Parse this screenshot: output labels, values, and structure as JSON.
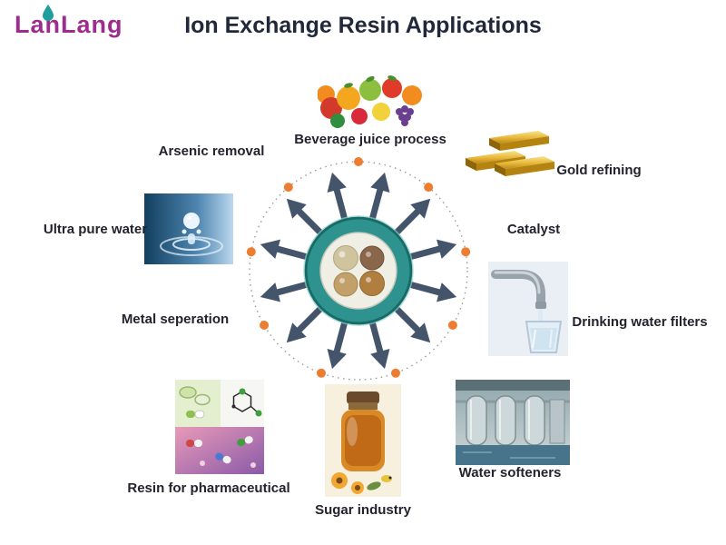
{
  "page": {
    "title": "Ion Exchange Resin Applications"
  },
  "logo": {
    "text": "LanLang"
  },
  "hub": {
    "description": "ion exchange resin beads in filter housing",
    "dot_color": "#ed7d31",
    "arrow_color": "#44546a",
    "ring_color": "#2e938e"
  },
  "applications": [
    {
      "id": "beverage",
      "label": "Beverage juice process"
    },
    {
      "id": "gold",
      "label": "Gold refining"
    },
    {
      "id": "catalyst",
      "label": "Catalyst"
    },
    {
      "id": "drinking",
      "label": "Drinking water filters"
    },
    {
      "id": "softener",
      "label": "Water softeners"
    },
    {
      "id": "sugar",
      "label": "Sugar industry"
    },
    {
      "id": "pharma",
      "label": "Resin for pharmaceutical"
    },
    {
      "id": "metal",
      "label": "Metal seperation"
    },
    {
      "id": "ultrapure",
      "label": "Ultra pure water"
    },
    {
      "id": "arsenic",
      "label": "Arsenic removal"
    }
  ],
  "colors": {
    "title": "#20283a",
    "label": "#23232e",
    "logo_magenta": "#9c2d8f",
    "logo_teal": "#1f9e9e",
    "accent_orange": "#ed7d31",
    "arrow_slate": "#44546a"
  }
}
